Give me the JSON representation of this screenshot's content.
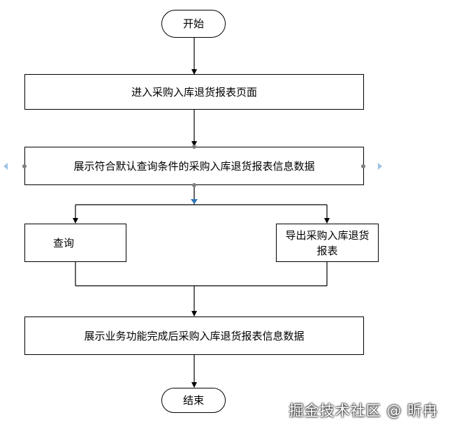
{
  "flowchart": {
    "start": "开始",
    "step1": "进入采购入库退货报表页面",
    "step2": "展示符合默认查询条件的采购入库退货报表信息数据",
    "branch_left": "查询",
    "branch_right_line1": "导出采购入库退货",
    "branch_right_line2": "报表",
    "step3": "展示业务功能完成后采购入库退货报表信息数据",
    "end": "结束"
  },
  "watermark": "掘金技术社区 @ 昕冉"
}
